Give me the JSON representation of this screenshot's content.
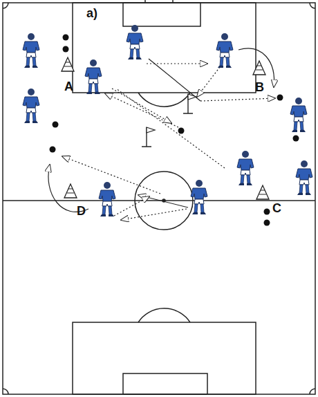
{
  "diagram": {
    "labels": [
      "a)",
      "A",
      "B",
      "C",
      "D"
    ]
  }
}
